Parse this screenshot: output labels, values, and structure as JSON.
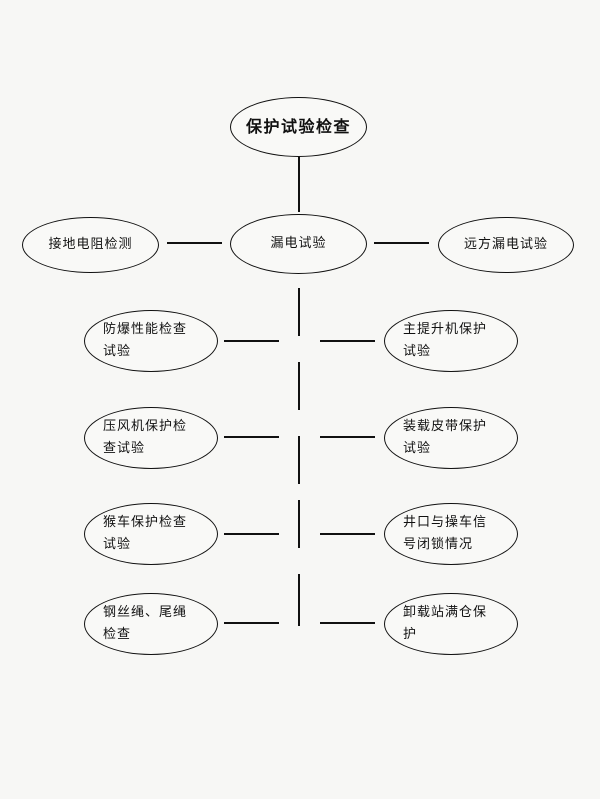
{
  "diagram": {
    "root": {
      "label": "保护试验检查"
    },
    "center": {
      "label": "漏电试验"
    },
    "left_branch": {
      "label": "接地电阻检测"
    },
    "right_branch": {
      "label": "远方漏电试验"
    },
    "left_items": [
      {
        "label": "防爆性能检查\n试验"
      },
      {
        "label": "压风机保护检\n查试验"
      },
      {
        "label": "猴车保护检查\n试验"
      },
      {
        "label": "钢丝绳、尾绳\n检查"
      }
    ],
    "right_items": [
      {
        "label": "主提升机保护\n试验"
      },
      {
        "label": "装载皮带保护\n试验"
      },
      {
        "label": "井口与操车信\n号闭锁情况"
      },
      {
        "label": "卸载站满仓保\n护"
      }
    ]
  }
}
